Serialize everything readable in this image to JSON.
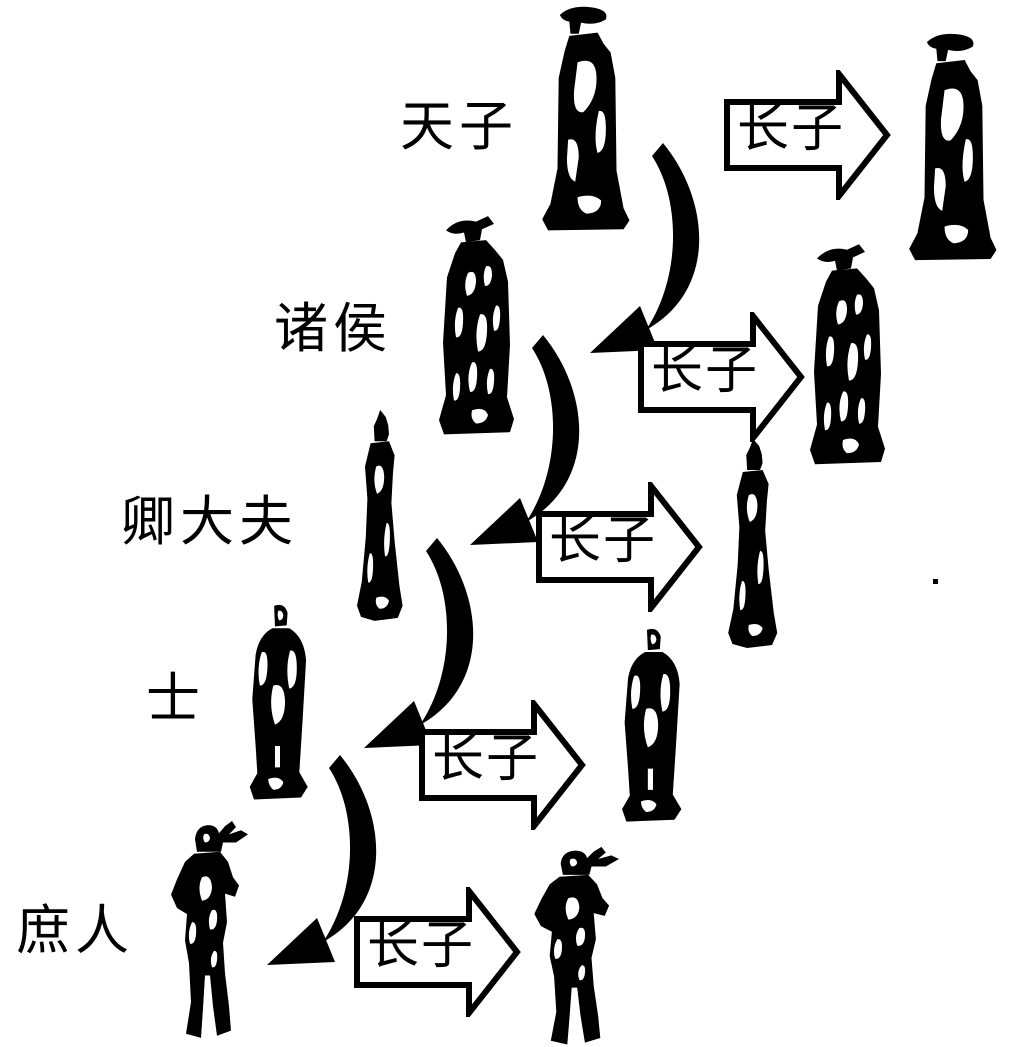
{
  "canvas": {
    "background": "#ffffff",
    "ink": "#000000"
  },
  "diagram": {
    "kind": "succession-hierarchy",
    "levels": [
      {
        "rank": "天子",
        "heir": "长子",
        "figure": "emperor-statue-icon"
      },
      {
        "rank": "诸侯",
        "heir": "长子",
        "figure": "lord-statue-icon"
      },
      {
        "rank": "卿大夫",
        "heir": "长子",
        "figure": "minister-statue-icon"
      },
      {
        "rank": "士",
        "heir": "长子",
        "figure": "scholar-statue-icon"
      },
      {
        "rank": "庶人",
        "heir": "长子",
        "figure": "commoner-figure-icon"
      }
    ]
  }
}
